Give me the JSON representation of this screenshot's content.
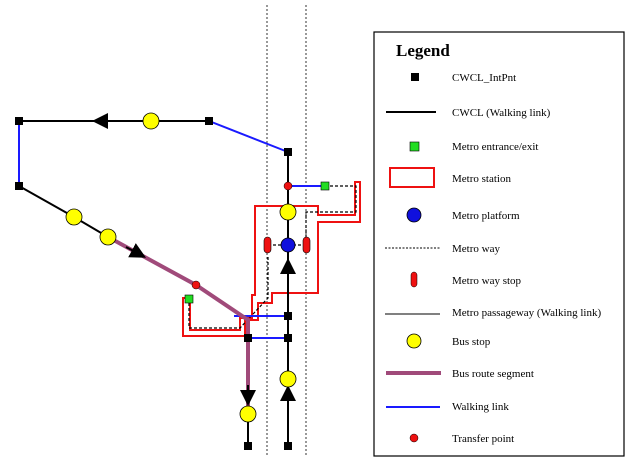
{
  "legend": {
    "title": "Legend",
    "items": [
      {
        "label": "CWCL_IntPnt",
        "icon": "black-square-icon"
      },
      {
        "label": "CWCL (Walking link)",
        "icon": "black-line-icon"
      },
      {
        "label": "Metro entrance/exit",
        "icon": "green-square-icon"
      },
      {
        "label": "Metro station",
        "icon": "red-outline-rect-icon"
      },
      {
        "label": "Metro platform",
        "icon": "blue-circle-icon"
      },
      {
        "label": "Metro way",
        "icon": "dotted-line-icon"
      },
      {
        "label": "Metro way stop",
        "icon": "red-capsule-icon"
      },
      {
        "label": "Metro passageway (Walking link)",
        "icon": "thin-black-line-icon"
      },
      {
        "label": "Bus stop",
        "icon": "yellow-circle-icon"
      },
      {
        "label": "Bus route segment",
        "icon": "purple-thick-line-icon"
      },
      {
        "label": "Walking link",
        "icon": "blue-line-icon"
      },
      {
        "label": "Transfer point",
        "icon": "red-dot-icon"
      }
    ]
  },
  "colors": {
    "cwcl": "#000000",
    "walking_link": "#1a1aff",
    "metro_station": "#ee1111",
    "metro_platform": "#1010dd",
    "entrance": "#22dd22",
    "bus_stop": "#ffff00",
    "bus_route": "#a04a7a",
    "transfer_point": "#ee1111"
  }
}
